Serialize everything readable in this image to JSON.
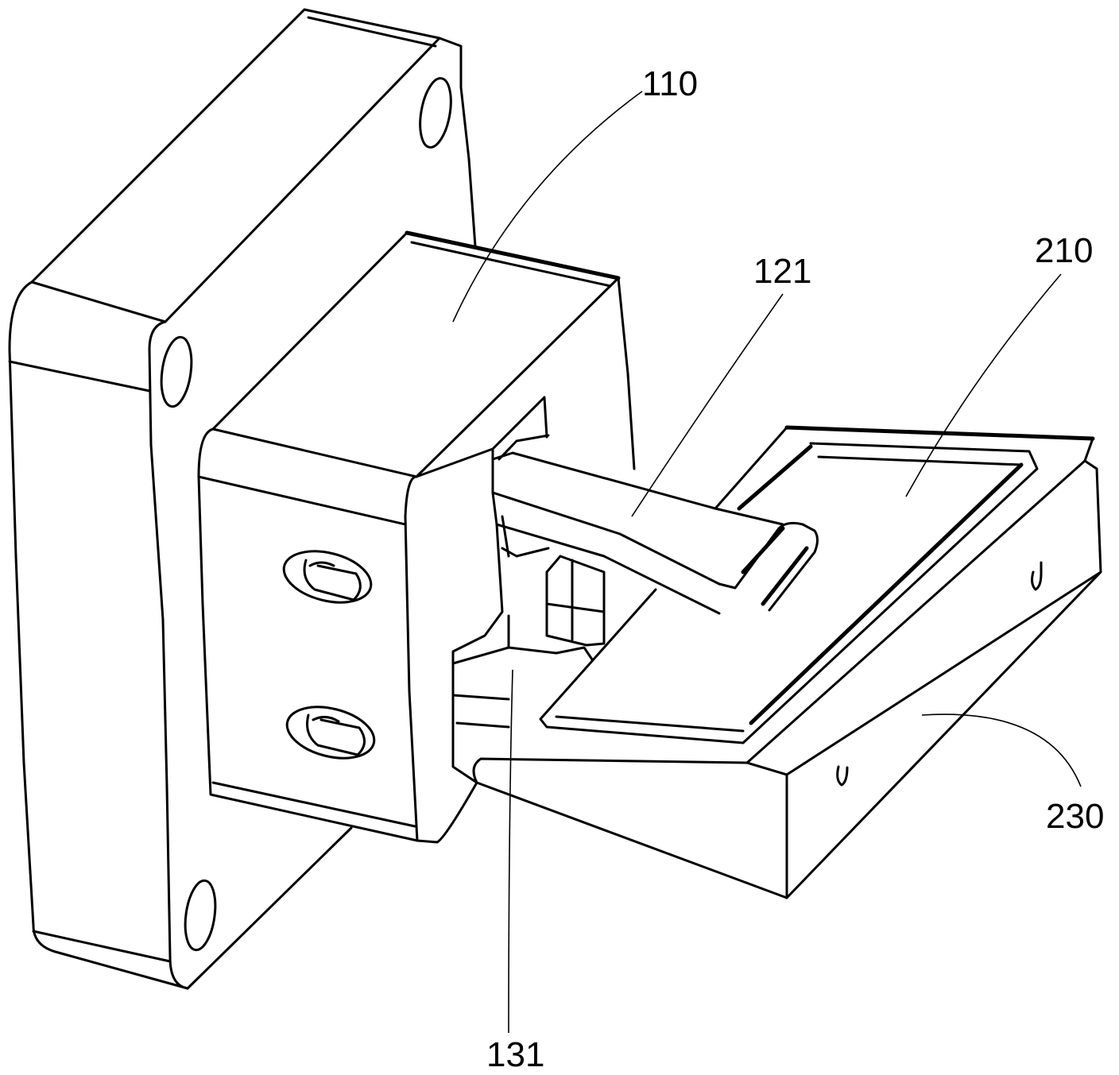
{
  "labels": {
    "ref_110": "110",
    "ref_121": "121",
    "ref_210": "210",
    "ref_230": "230",
    "ref_131": "131"
  },
  "colors": {
    "line": "#000000",
    "background": "#ffffff"
  }
}
